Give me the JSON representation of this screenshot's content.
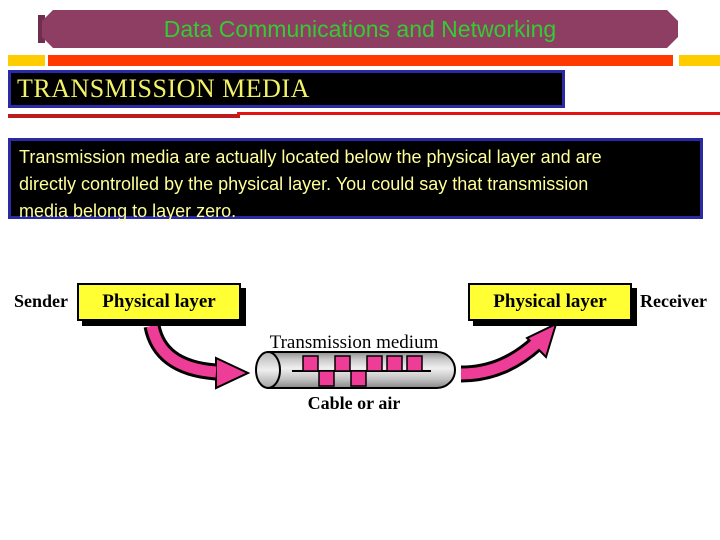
{
  "header": {
    "title": "Data Communications and Networking"
  },
  "subtitle": "TRANSMISSION MEDIA",
  "body_lines": [
    "Transmission media are actually located below the physical layer and are",
    "directly controlled by the physical layer. You could say that transmission",
    "media belong to layer zero."
  ],
  "diagram": {
    "sender_label": "Sender",
    "receiver_label": "Receiver",
    "physical_layer_label": "Physical layer",
    "medium_label": "Transmission medium",
    "cable_label": "Cable or air",
    "signal_pattern": [
      "above",
      "below",
      "above",
      "below",
      "above",
      "above",
      "above"
    ]
  },
  "colors": {
    "banner_bg": "#8E3E63",
    "banner_text": "#33CC33",
    "accent_orange": "#FF3900",
    "accent_gold": "#FFCC00",
    "panel_border_blue": "#2A2AA4",
    "panel_bg": "#000000",
    "subtitle_text": "#F2F266",
    "body_text": "#FFFF99",
    "rule_red_dark": "#BE1C1C",
    "rule_red_bright": "#E51414",
    "layer_box_yellow": "#FFFF33",
    "arrow_pink": "#EE3D96"
  }
}
